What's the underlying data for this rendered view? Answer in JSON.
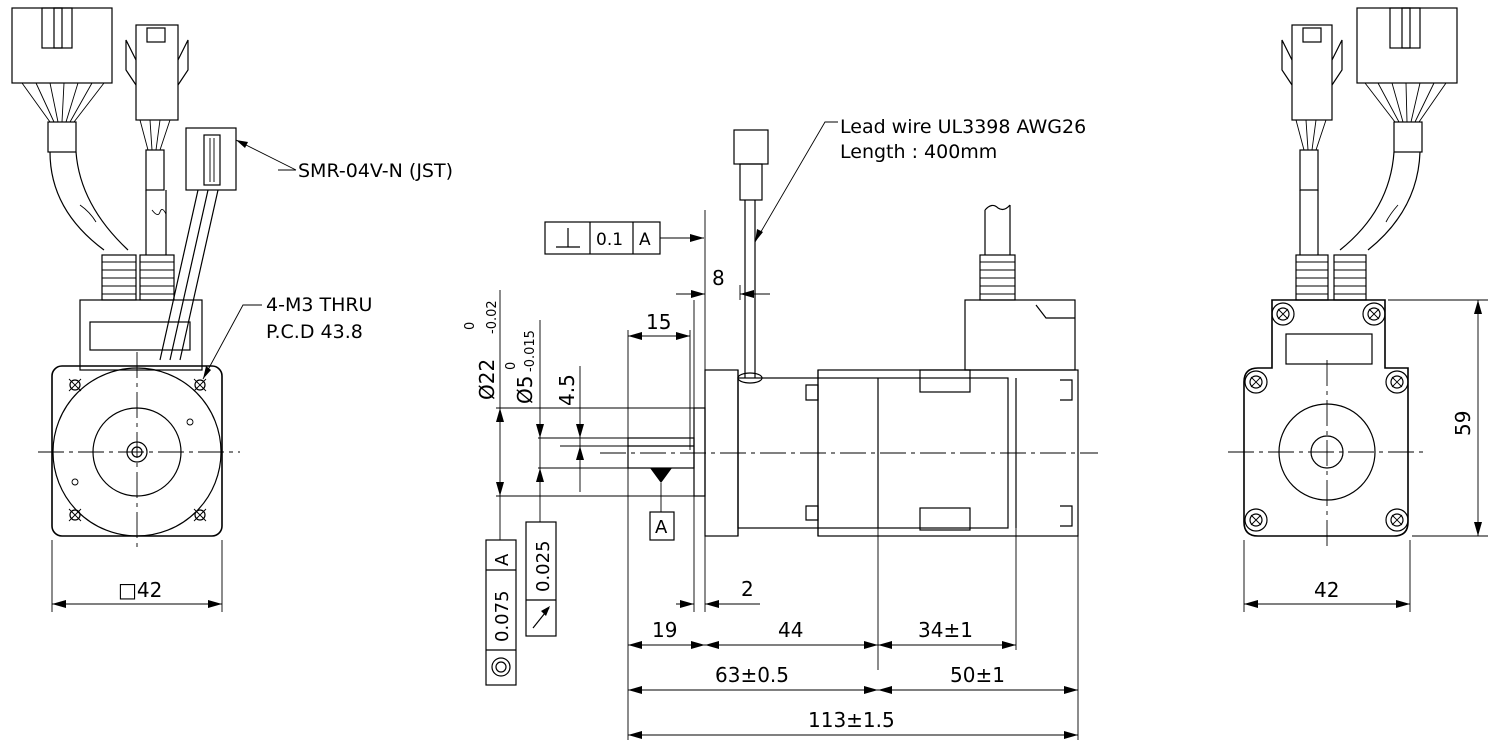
{
  "labels": {
    "connector_note": "SMR-04V-N (JST)",
    "lead_wire_line1": "Lead wire UL3398 AWG26",
    "lead_wire_line2": "Length : 400mm",
    "holes_line1": "4-M3 THRU",
    "holes_line2": "P.C.D 43.8"
  },
  "tolerance_frames": {
    "perpendicularity": {
      "value": "0.1",
      "datum": "A"
    },
    "concentricity": {
      "value": "0.075",
      "datum": "A"
    },
    "runout": {
      "value": "0.025"
    },
    "datum_label": "A"
  },
  "dimensions": {
    "front_square": "□42",
    "shaft_diameter": "Ø22",
    "shaft_diameter_upper_tol": "0",
    "shaft_diameter_lower_tol": "-0.02",
    "shaft_small_diameter": "Ø5",
    "shaft_small_upper_tol": "0",
    "shaft_small_lower_tol": "-0.015",
    "flat_depth": "4.5",
    "flat_length": "15",
    "lead_offset": "8",
    "flange_thickness": "2",
    "shaft_length": "19",
    "body_length": "44",
    "encoder_length": "34±1",
    "motor_length": "63±0.5",
    "rear_length": "50±1",
    "overall_length": "113±1.5",
    "rear_width": "42",
    "rear_height": "59"
  },
  "icons": {
    "perpendicularity": "perpendicularity-symbol-icon",
    "concentricity": "concentricity-symbol-icon",
    "runout": "runout-arrow-icon"
  }
}
